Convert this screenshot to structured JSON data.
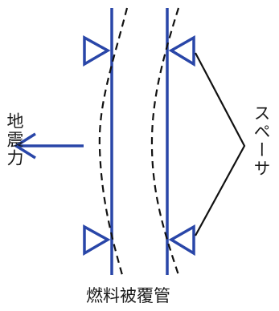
{
  "labels": {
    "seismic_force": "地震力",
    "spacer": "スペーサ",
    "cladding_tube": "燃料被覆管"
  },
  "colors": {
    "tube_wall": "#2946a8",
    "arrow": "#2946a8",
    "spacer_marker": "#2946a8",
    "deformed_shape": "#111111",
    "spacer_leader": "#111111"
  }
}
